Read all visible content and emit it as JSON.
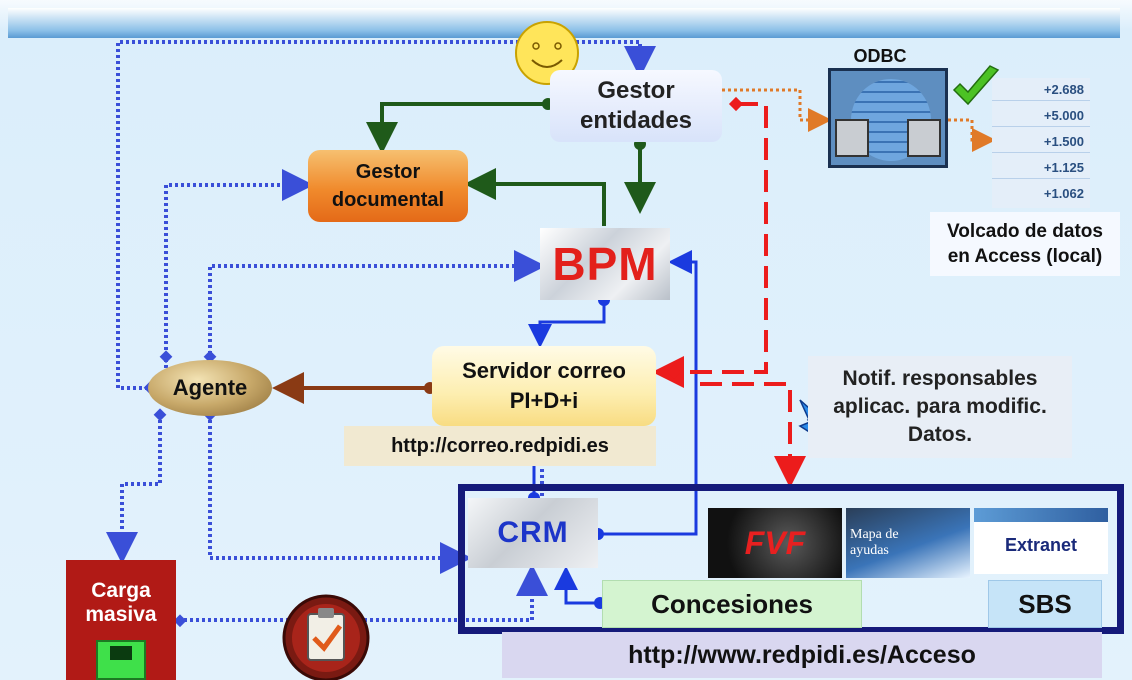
{
  "nodes": {
    "gestor_entidades": "Gestor\nentidades",
    "gestor_documental": "Gestor\ndocumental",
    "bpm": "BPM",
    "servidor_correo": "Servidor correo\nPI+D+i",
    "correo_url": "http://correo.redpidi.es",
    "agente": "Agente",
    "crm": "CRM",
    "concesiones": "Concesiones",
    "sbs": "SBS",
    "acceso_url": "http://www.redpidi.es/Acceso",
    "carga_masiva": "Carga\nmasiva",
    "odbc": "ODBC",
    "volcado": "Volcado de datos\nen Access (local)",
    "notif": "Notif. responsables\naplicac. para modific.\nDatos.",
    "mapa_ayudas": "Mapa de\nayudas",
    "extranet": "Extranet",
    "fvf": "FVF"
  },
  "spreadsheet_values": [
    "+2.688",
    "+5.000",
    "+1.500",
    "+1.125",
    "+1.062"
  ],
  "colors": {
    "dotted_blue": "#3a4fd8",
    "dark_green": "#1f5a1a",
    "solid_blue": "#1a3adf",
    "red_dashed": "#ec1c1c",
    "brown": "#8a3a14",
    "orange_dotted": "#e07a28",
    "frame_navy": "#151a7a"
  },
  "icons": [
    "smiley-icon",
    "check-icon",
    "lightning-icon",
    "clipboard-icon",
    "floppy-icon",
    "globe-icon"
  ]
}
